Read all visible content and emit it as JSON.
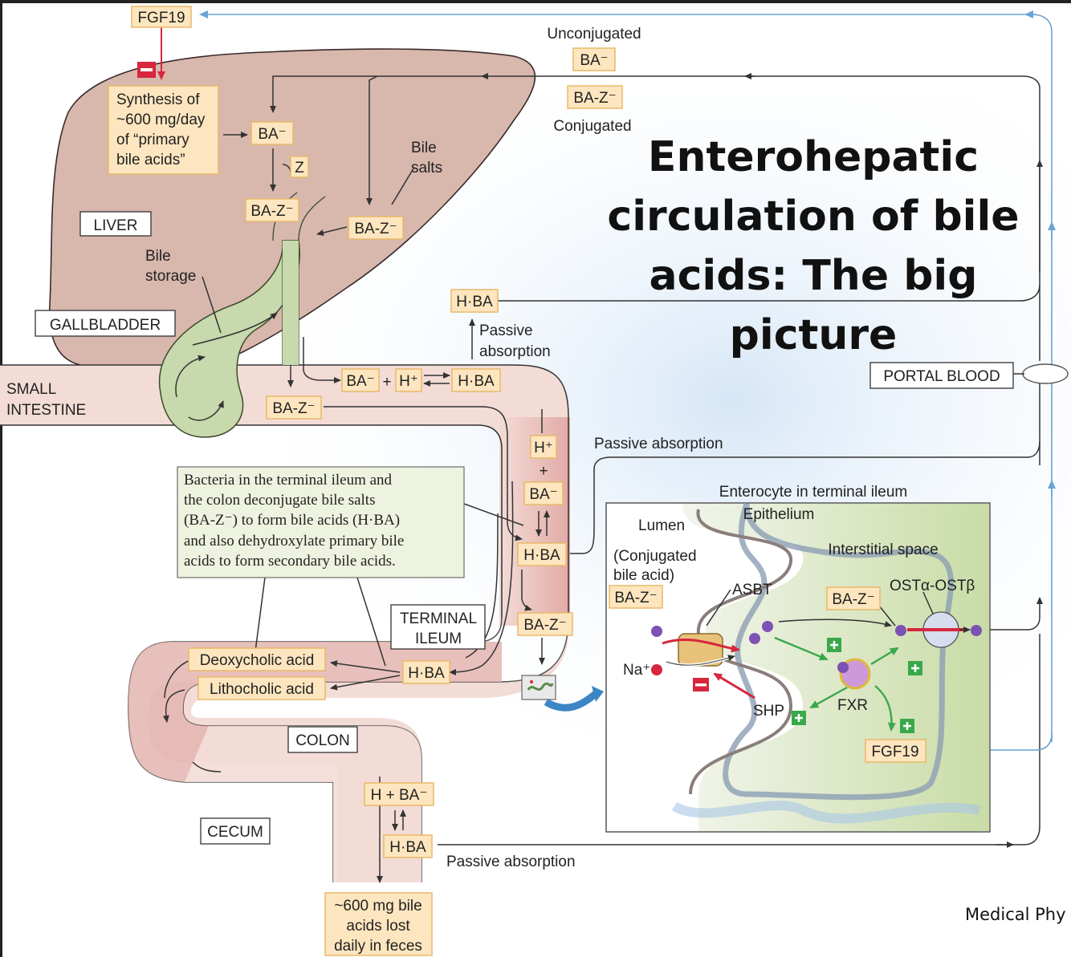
{
  "title_lines": [
    "Enterohepatic",
    "circulation of bile",
    "acids: The big",
    "picture"
  ],
  "footer_fragment": "Medical Phy",
  "colors": {
    "liver": "#d8b7ad",
    "intestine": "#f3dcd6",
    "gallbladder": "#c7d9ad",
    "label_box": "#fde6bf",
    "label_border": "#e9b868",
    "note_box": "#eef3df",
    "blue_arrow": "#6aa3d6",
    "inhibit_red": "#d7263d",
    "stimulate_green": "#3aa84a"
  },
  "labels": {
    "fgf19_top": "FGF19",
    "synthesis_lines": [
      "Synthesis of",
      "~600 mg/day",
      "of “primary",
      "bile acids”"
    ],
    "ba_minus": "BA⁻",
    "z": "Z",
    "ba_z_liver": "BA-Z⁻",
    "ba_z_liver2": "BA-Z⁻",
    "bile_salts_lines": [
      "Bile",
      "salts"
    ],
    "unconjugated": "Unconjugated",
    "ba_top": "BA⁻",
    "ba_z_top": "BA-Z⁻",
    "conjugated": "Conjugated",
    "liver": "LIVER",
    "bile_storage_lines": [
      "Bile",
      "storage"
    ],
    "gallbladder": "GALLBLADDER",
    "small_intestine_lines": [
      "SMALL",
      "INTESTINE"
    ],
    "hba_upper": "H·BA",
    "passive_absorption_upper_lines": [
      "Passive",
      "absorption"
    ],
    "ba_minus_si": "BA⁻",
    "plus1": "+",
    "h_plus_si": "H⁺",
    "hba_si": "H·BA",
    "ba_z_si": "BA-Z⁻",
    "portal_blood": "PORTAL BLOOD",
    "h_plus_ileum": "H⁺",
    "plus2": "+",
    "ba_minus_ileum": "BA⁻",
    "hba_ileum": "H·BA",
    "passive_absorption_mid": "Passive absorption",
    "note_lines": [
      "Bacteria in the terminal ileum and",
      "the colon deconjugate bile salts",
      "(BA-Z⁻) to form bile acids (H·BA)",
      "and also dehydroxylate primary bile",
      "acids to form secondary bile acids."
    ],
    "terminal_ileum_lines": [
      "TERMINAL",
      "ILEUM"
    ],
    "ba_z_ileum": "BA-Z⁻",
    "deoxycholic": "Deoxycholic acid",
    "lithocholic": "Lithocholic acid",
    "hba_colon_top": "H·BA",
    "colon": "COLON",
    "h_ba_colon": "H + BA⁻",
    "cecum": "CECUM",
    "hba_colon": "H·BA",
    "passive_absorption_low": "Passive absorption",
    "feces_lines": [
      "~600 mg bile",
      "acids lost",
      "daily in feces"
    ]
  },
  "enterocyte": {
    "title": "Enterocyte in terminal ileum",
    "epithelium": "Epithelium",
    "lumen": "Lumen",
    "interstitial": "Interstitial space",
    "conj_lines": [
      "(Conjugated",
      "bile acid)"
    ],
    "ba_z_lumen": "BA-Z⁻",
    "asbt": "ASBT",
    "ba_z_cell": "BA-Z⁻",
    "ost": "OSTα-OSTβ",
    "na": "Na⁺",
    "shp": "SHP",
    "fxr": "FXR",
    "fgf19": "FGF19"
  }
}
